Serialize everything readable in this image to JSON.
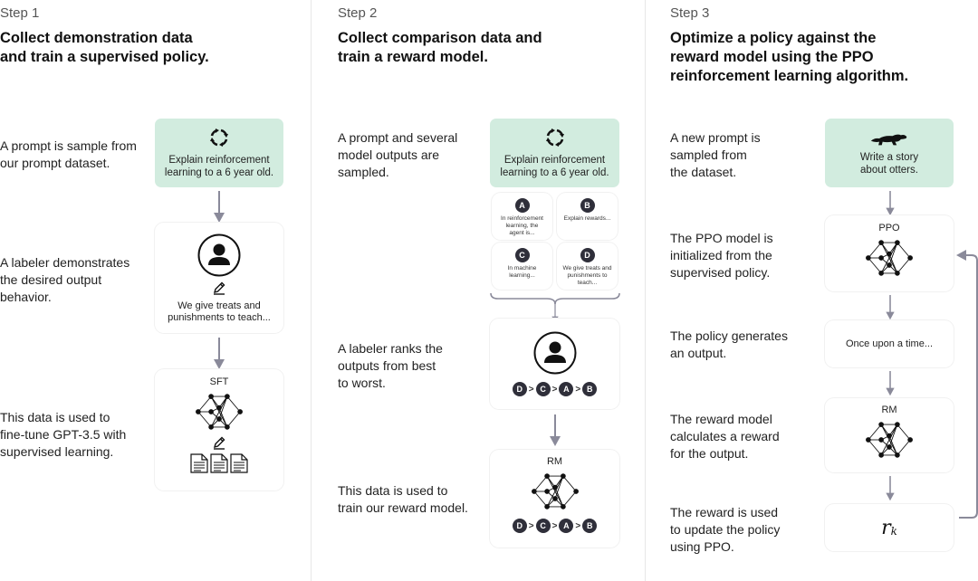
{
  "step1": {
    "step_label": "Step 1",
    "title_line1": "Collect demonstration data",
    "title_line2": "and train a supervised policy.",
    "desc1": [
      "A prompt is sample from",
      "our prompt dataset."
    ],
    "prompt_box": [
      "Explain reinforcement",
      "learning to a 6 year old."
    ],
    "desc2": [
      "A labeler demonstrates",
      "the desired output",
      "behavior."
    ],
    "demo_text": [
      "We give treats and",
      "punishments to teach..."
    ],
    "model_label": "SFT",
    "desc3": [
      "This data is used to",
      "fine-tune GPT-3.5 with",
      "supervised learning."
    ]
  },
  "step2": {
    "step_label": "Step 2",
    "title_line1": "Collect comparison data and",
    "title_line2": "train a reward model.",
    "desc1": [
      "A prompt and several",
      "model outputs are",
      "sampled."
    ],
    "prompt_box": [
      "Explain reinforcement",
      "learning to a 6 year old."
    ],
    "outputs": [
      {
        "letter": "A",
        "text": [
          "In reinforcement",
          "learning, the",
          "agent is..."
        ]
      },
      {
        "letter": "B",
        "text": [
          "Explain rewards..."
        ]
      },
      {
        "letter": "C",
        "text": [
          "In machine",
          "learning..."
        ]
      },
      {
        "letter": "D",
        "text": [
          "We give treats and",
          "punishments to",
          "teach..."
        ]
      }
    ],
    "desc2": [
      "A labeler ranks the",
      "outputs from best",
      "to worst."
    ],
    "ranking": [
      "D",
      "C",
      "A",
      "B"
    ],
    "gt_symbol": ">",
    "model_label": "RM",
    "desc3": [
      "This data is used to",
      "train our reward model."
    ]
  },
  "step3": {
    "step_label": "Step 3",
    "title_line1": "Optimize a policy against the",
    "title_line2": "reward model using the PPO",
    "title_line3": "reinforcement learning algorithm.",
    "desc1": [
      "A new prompt is",
      "sampled from",
      "the dataset."
    ],
    "prompt_box": [
      "Write a story",
      "about otters."
    ],
    "ppo_label": "PPO",
    "desc2": [
      "The PPO model is",
      "initialized from the",
      "supervised policy."
    ],
    "desc3": [
      "The policy generates",
      "an output."
    ],
    "output_text": "Once upon a time...",
    "rm_label": "RM",
    "desc4": [
      "The reward model",
      "calculates a reward",
      "for the output."
    ],
    "desc5": [
      "The reward is used",
      "to update the policy",
      "using PPO."
    ],
    "reward_symbol": "r",
    "reward_sub": "k"
  },
  "colors": {
    "green_box": "#d2ecdf",
    "badge": "#2f2f3a",
    "arrow": "#8a8a9a"
  }
}
